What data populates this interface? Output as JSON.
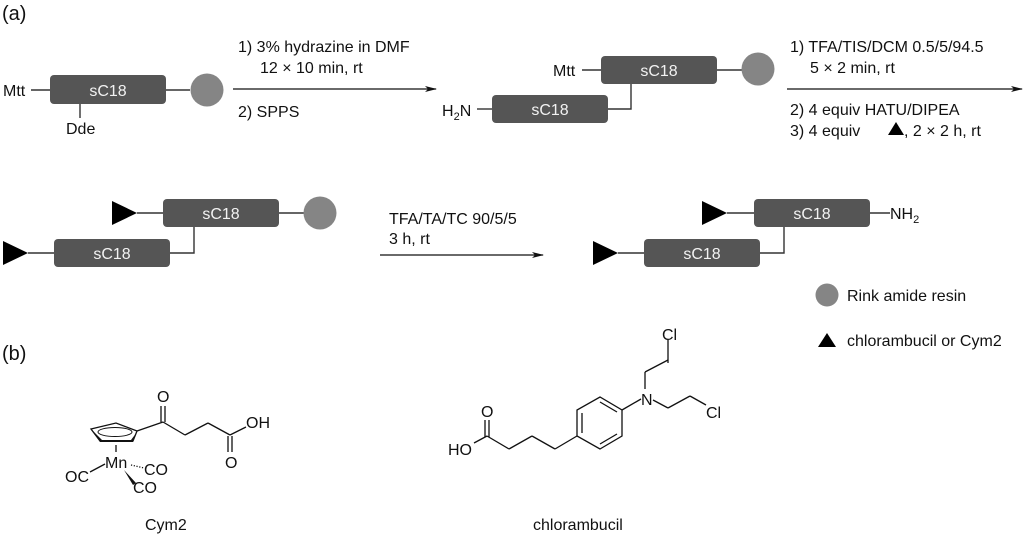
{
  "panels": {
    "a": "(a)",
    "b": "(b)"
  },
  "peptide": {
    "segment": "sC18"
  },
  "groups": {
    "mtt": "Mtt",
    "dde": "Dde",
    "h2n_h": "H",
    "h2n_sub": "2",
    "h2n_n": "N",
    "nh2_n": "NH",
    "nh2_sub": "2"
  },
  "steps": {
    "step1": {
      "above": [
        "1) 3% hydrazine in DMF",
        "12 × 10 min, rt"
      ],
      "below": [
        "2) SPPS"
      ]
    },
    "step2": {
      "above": [
        "1) TFA/TIS/DCM 0.5/5/94.5",
        "5 × 2 min, rt"
      ],
      "below": [
        "2) 4 equiv HATU/DIPEA",
        "3) 4 equiv",
        ", 2 × 2 h, rt"
      ]
    },
    "step3": {
      "above": [
        "TFA/TA/TC 90/5/5",
        "3 h, rt"
      ]
    }
  },
  "legend": [
    {
      "symbol": "circle",
      "label": "Rink amide resin",
      "color": "#858585"
    },
    {
      "symbol": "triangle",
      "label": "chlorambucil or Cym2",
      "color": "#000000"
    }
  ],
  "structures": {
    "cym2": {
      "name": "Cym2",
      "atoms": {
        "mn": "Mn",
        "co1": "CO",
        "co2": "CO",
        "oc": "OC",
        "o_ketone": "O",
        "o_acid": "O",
        "oh": "OH"
      }
    },
    "chlorambucil": {
      "name": "chlorambucil",
      "atoms": {
        "n": "N",
        "cl1": "Cl",
        "cl2": "Cl",
        "o": "O",
        "ho": "HO"
      }
    }
  }
}
